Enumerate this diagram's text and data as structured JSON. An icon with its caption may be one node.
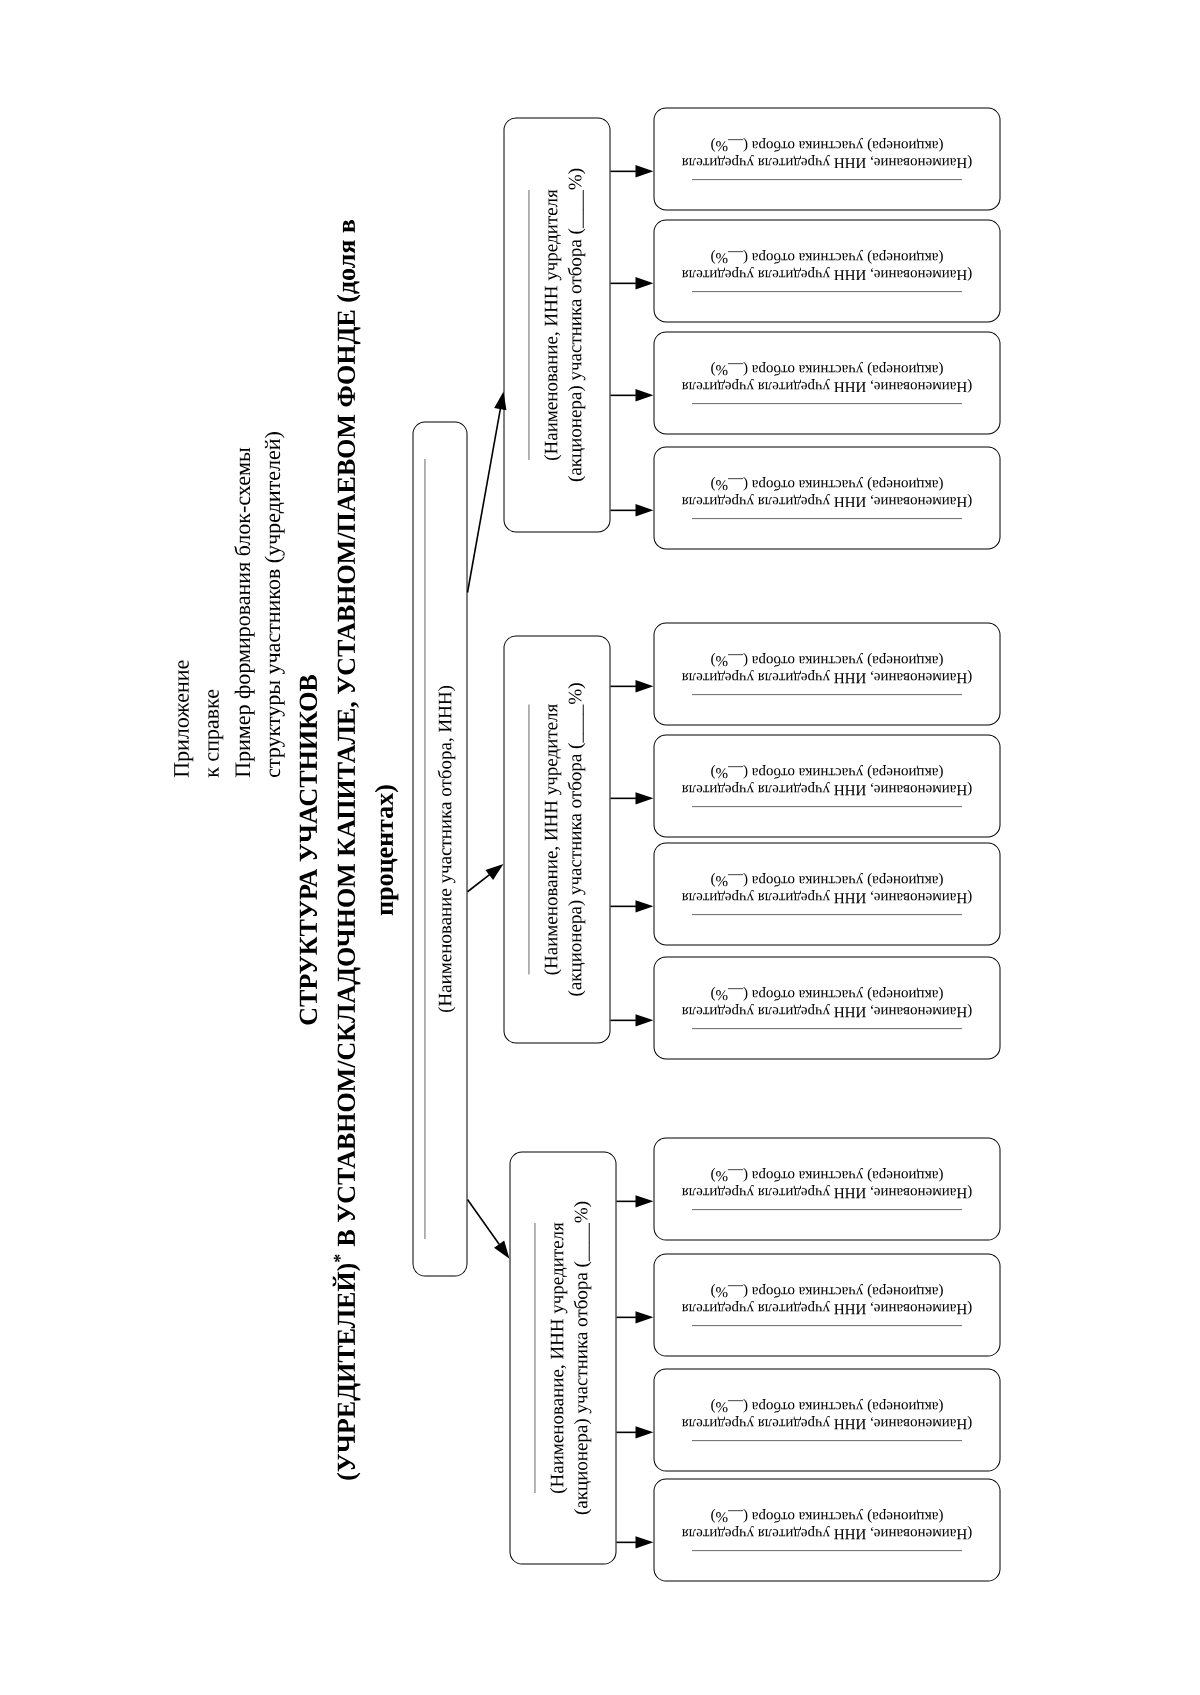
{
  "diagram": {
    "title": "СТРУКТУРА УЧАСТНИКОВ (УЧРЕДИТЕЛЕЙ)$^{*}$ В УСТАВНОМ/СКЛАДОЧНОМ КАПИТАЛЕ, УСТАВНОМ/ПАЕВОМ ФОНДЕ (доля в процентах)",
    "nodes": [
      {
        "text": [
          "(Наименование участника отбора, ИНН)"
        ]
      },
      {
        "text": [
          "(Наименование, ИНН учредителя (акционера) участника отбора (____%)"
        ]
      },
      {
        "text": [
          "(Наименование, ИНН учредителя учредителя (акционера) участника отбора (__%)"
        ]
      },
      {
        "text": [
          "(Наименование, ИНН учредителя учредителя (акционера) участника отбора (__%)"
        ]
      },
      {
        "text": [
          "(Наименование, ИНН учредителя учредителя (акционера) участника отбора (__%)"
        ]
      },
      {
        "text": [
          "(Наименование, ИНН учредителя учредителя (акционера) участника отбора (__%)"
        ]
      },
      {
        "text": [
          "(Наименование, ИНН учредителя (акционера) участника отбора (____%)"
        ]
      },
      {
        "text": [
          "(Наименование, ИНН учредителя учредителя (акционера) участника отбора (__%)"
        ]
      },
      {
        "text": [
          "(Наименование, ИНН учредителя учредителя (акционера) участника отбора (__%)"
        ]
      },
      {
        "text": [
          "(Наименование, ИНН учредителя учредителя (акционера) участника отбора (__%)"
        ]
      },
      {
        "text": [
          "(Наименование, ИНН учредителя учредителя (акционера) участника отбора (__%)"
        ]
      },
      {
        "text": [
          "(Наименование, ИНН учредителя (акционера) участника отбора (____%)"
        ]
      },
      {
        "text": [
          "(Наименование, ИНН учредителя учредителя (акционера) участника отбора (__%)"
        ]
      },
      {
        "text": [
          "(Наименование, ИНН учредителя учредителя (акционера) участника отбора (__%)"
        ]
      },
      {
        "text": [
          "(Наименование, ИНН учредителя учредителя (акционера) участника отбора (__%)"
        ]
      },
      {
        "text": [
          "(Наименование, ИНН учредителя учредителя (акционера) участника отбора (__%)"
        ]
      }
    ],
    "edges": [
      {
        "from": 0,
        "to": 1,
        "arrow": "to"
      },
      {
        "from": 0,
        "to": 6,
        "arrow": "to"
      },
      {
        "from": 0,
        "to": 11,
        "arrow": "to"
      },
      {
        "from": 1,
        "to": 2,
        "arrow": "to"
      },
      {
        "from": 1,
        "to": 3,
        "arrow": "to"
      },
      {
        "from": 1,
        "to": 4,
        "arrow": "to"
      },
      {
        "from": 1,
        "to": 5,
        "arrow": "to"
      },
      {
        "from": 6,
        "to": 7,
        "arrow": "to"
      },
      {
        "from": 6,
        "to": 8,
        "arrow": "to"
      },
      {
        "from": 6,
        "to": 9,
        "arrow": "to"
      },
      {
        "from": 6,
        "to": 10,
        "arrow": "to"
      },
      {
        "from": 11,
        "to": 12,
        "arrow": "to"
      },
      {
        "from": 11,
        "to": 13,
        "arrow": "to"
      },
      {
        "from": 11,
        "to": 14,
        "arrow": "to"
      },
      {
        "from": 11,
        "to": 15,
        "arrow": "to"
      }
    ],
    "labels": [
      "Приложение к справке",
      "Пример формирования блок-схемы структуры участников (учредителей)"
    ]
  }
}
